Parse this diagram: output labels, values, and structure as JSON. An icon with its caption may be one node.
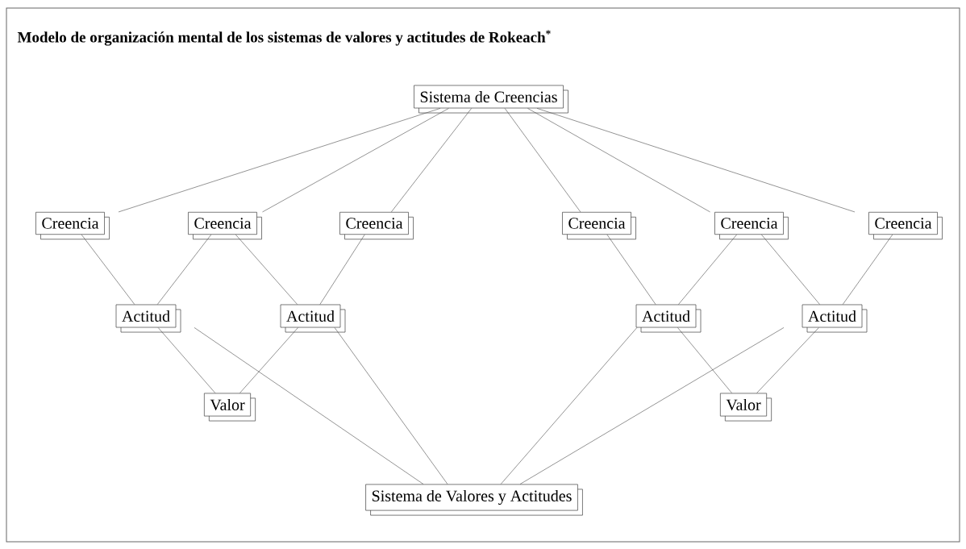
{
  "diagram": {
    "title": "Modelo de organización mental de los sistemas de valores y actitudes de Rokeach$^{*}$",
    "nodes": [
      {
        "text": [
          "Sistema de Creencias"
        ]
      },
      {
        "text": [
          "Creencia"
        ]
      },
      {
        "text": [
          "Creencia"
        ]
      },
      {
        "text": [
          "Creencia"
        ]
      },
      {
        "text": [
          "Creencia"
        ]
      },
      {
        "text": [
          "Creencia"
        ]
      },
      {
        "text": [
          "Creencia"
        ]
      },
      {
        "text": [
          "Actitud"
        ]
      },
      {
        "text": [
          "Actitud"
        ]
      },
      {
        "text": [
          "Actitud"
        ]
      },
      {
        "text": [
          "Actitud"
        ]
      },
      {
        "text": [
          "Valor"
        ]
      },
      {
        "text": [
          "Valor"
        ]
      },
      {
        "text": [
          "Sistema de Valores y Actitudes"
        ]
      }
    ],
    "edges": [
      {
        "from": 0,
        "to": 1,
        "arrow": "none"
      },
      {
        "from": 0,
        "to": 2,
        "arrow": "none"
      },
      {
        "from": 0,
        "to": 3,
        "arrow": "none"
      },
      {
        "from": 0,
        "to": 4,
        "arrow": "none"
      },
      {
        "from": 0,
        "to": 5,
        "arrow": "none"
      },
      {
        "from": 0,
        "to": 6,
        "arrow": "none"
      },
      {
        "from": 1,
        "to": 7,
        "arrow": "none"
      },
      {
        "from": 2,
        "to": 7,
        "arrow": "none"
      },
      {
        "from": 2,
        "to": 8,
        "arrow": "none"
      },
      {
        "from": 3,
        "to": 8,
        "arrow": "none"
      },
      {
        "from": 4,
        "to": 9,
        "arrow": "none"
      },
      {
        "from": 5,
        "to": 9,
        "arrow": "none"
      },
      {
        "from": 5,
        "to": 10,
        "arrow": "none"
      },
      {
        "from": 6,
        "to": 10,
        "arrow": "none"
      },
      {
        "from": 7,
        "to": 11,
        "arrow": "none"
      },
      {
        "from": 8,
        "to": 11,
        "arrow": "none"
      },
      {
        "from": 9,
        "to": 12,
        "arrow": "none"
      },
      {
        "from": 10,
        "to": 12,
        "arrow": "none"
      },
      {
        "from": 7,
        "to": 13,
        "arrow": "none"
      },
      {
        "from": 8,
        "to": 13,
        "arrow": "none"
      },
      {
        "from": 9,
        "to": 13,
        "arrow": "none"
      },
      {
        "from": 10,
        "to": 13,
        "arrow": "none"
      }
    ]
  }
}
